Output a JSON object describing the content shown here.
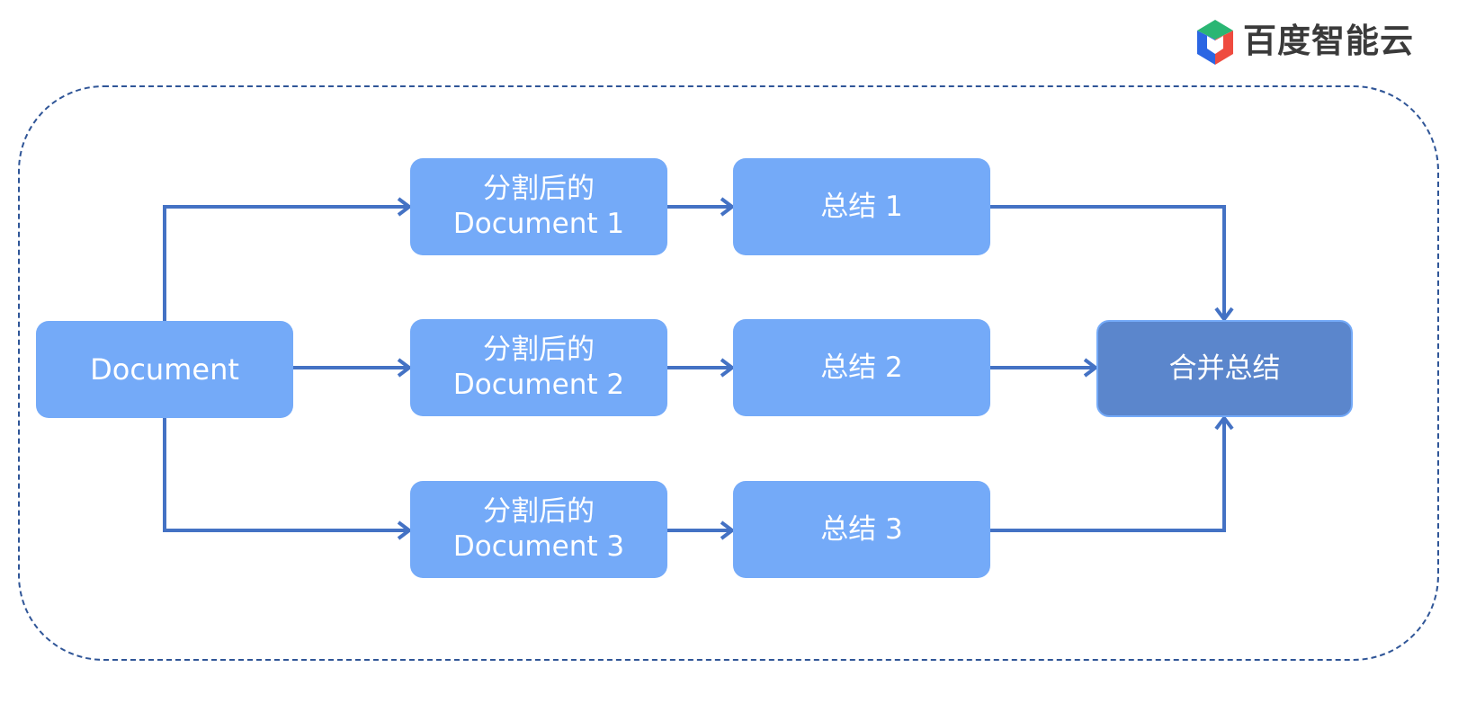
{
  "logo": {
    "text": "百度智能云",
    "mark_colors": [
      "#2ab673",
      "#2b66e3",
      "#ef4b3f"
    ]
  },
  "nodes": {
    "document": "Document",
    "splits": [
      {
        "line1": "分割后的",
        "line2": "Document 1"
      },
      {
        "line1": "分割后的",
        "line2": "Document 2"
      },
      {
        "line1": "分割后的",
        "line2": "Document 3"
      }
    ],
    "summaries": [
      "总结 1",
      "总结 2",
      "总结 3"
    ],
    "merge": "合并总结"
  },
  "colors": {
    "node_fill": "#74aaf8",
    "merge_fill": "#5b86cc",
    "edge": "#4472c4",
    "frame_border": "#2f5597",
    "node_text": "#ffffff"
  }
}
